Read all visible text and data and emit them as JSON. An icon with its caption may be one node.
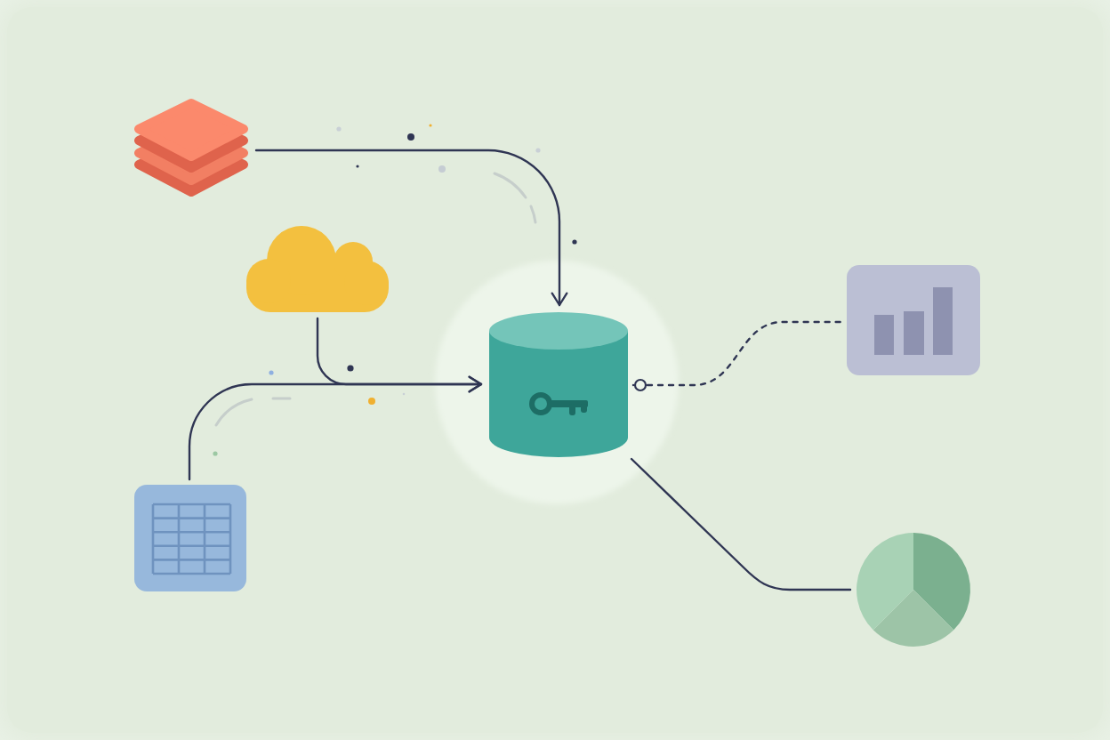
{
  "diagram": {
    "nodes": [
      {
        "text": [],
        "shape": "picture"
      },
      {
        "text": [],
        "shape": "cloud"
      },
      {
        "text": [],
        "shape": "cylinder"
      },
      {
        "text": [],
        "shape": "picture"
      },
      {
        "text": [],
        "shape": "picture"
      },
      {
        "text": [],
        "shape": "picture"
      }
    ],
    "edges": [
      {
        "from": 0,
        "to": 2,
        "arrow": "to"
      },
      {
        "from": 1,
        "to": 2,
        "arrow": "to"
      },
      {
        "from": 4,
        "to": 2,
        "arrow": "to"
      },
      {
        "from": 2,
        "to": 3,
        "arrow": "other",
        "style": "dashed"
      },
      {
        "from": 2,
        "to": 5,
        "arrow": "none"
      }
    ]
  }
}
